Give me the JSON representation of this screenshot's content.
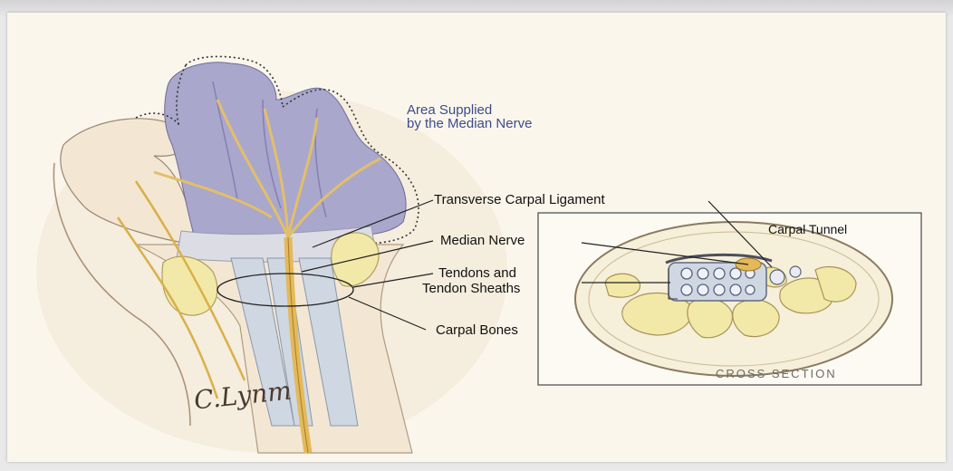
{
  "labels": {
    "area_supplied": "Area Supplied",
    "area_supplied_2": "by the Median Nerve",
    "transverse_carpal_ligament": "Transverse Carpal Ligament",
    "median_nerve": "Median Nerve",
    "tendons_and": "Tendons and",
    "tendon_sheaths": "Tendon Sheaths",
    "carpal_bones": "Carpal Bones",
    "carpal_tunnel": "Carpal Tunnel",
    "cross_section": "CROSS SECTION",
    "signature": "C.Lynm"
  },
  "colors": {
    "median_nerve_area": "#a9a7cc",
    "nerve": "#e3b95a",
    "bone": "#f2e9a8",
    "skin": "#f3e7d4",
    "label_blue": "#3d4c8a"
  }
}
